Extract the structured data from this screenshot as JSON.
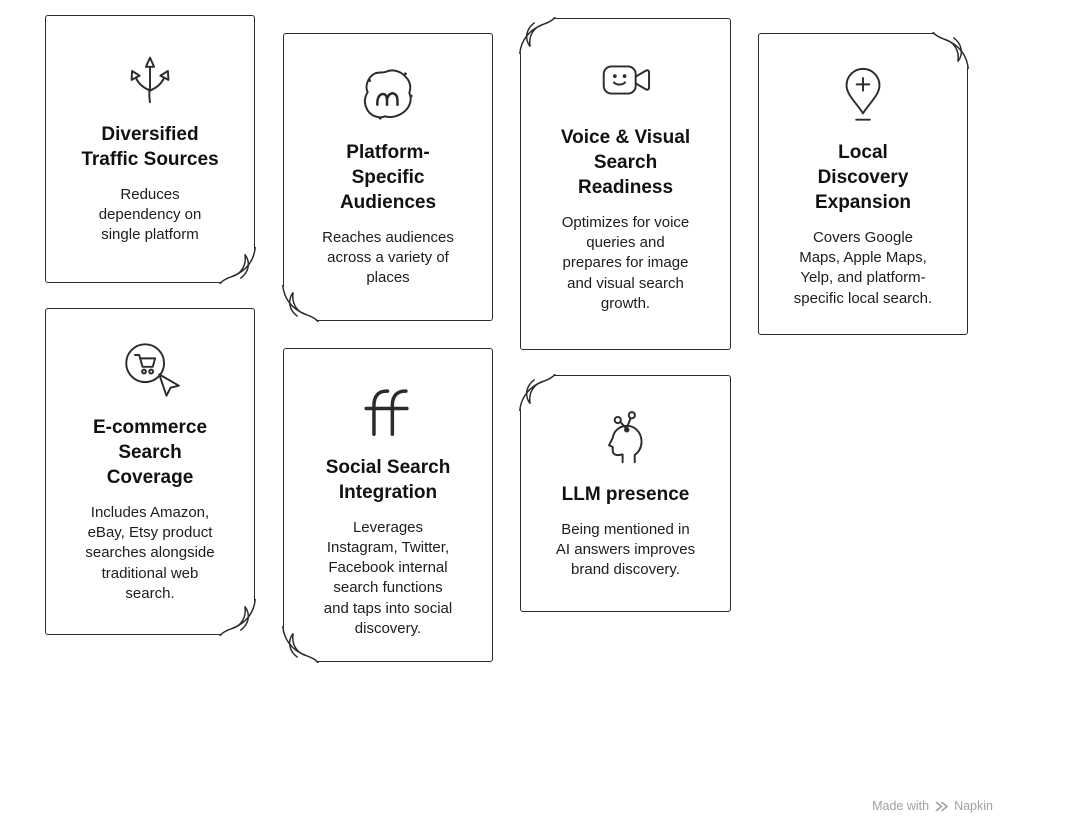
{
  "cards": [
    {
      "id": "diversified-traffic-sources",
      "icon": "branching-arrows-icon",
      "fold_corner": "bottom-right",
      "title": "Diversified\nTraffic Sources",
      "description": "Reduces\ndependency on\nsingle platform"
    },
    {
      "id": "platform-specific-audiences",
      "icon": "meetup-blob-icon",
      "fold_corner": "bottom-left",
      "title": "Platform-\nSpecific\nAudiences",
      "description": "Reaches audiences\nacross a variety of\nplaces"
    },
    {
      "id": "voice-visual-search-readiness",
      "icon": "video-camera-smiley-icon",
      "fold_corner": "top-left",
      "title": "Voice & Visual\nSearch\nReadiness",
      "description": "Optimizes for voice\nqueries and\nprepares for image\nand visual search\ngrowth."
    },
    {
      "id": "local-discovery-expansion",
      "icon": "map-pin-plus-icon",
      "fold_corner": "top-right",
      "title": "Local\nDiscovery\nExpansion",
      "description": "Covers Google\nMaps, Apple Maps,\nYelp, and platform-\nspecific local search."
    },
    {
      "id": "ecommerce-search-coverage",
      "icon": "cart-search-cursor-icon",
      "fold_corner": "bottom-right",
      "title": "E-commerce\nSearch\nCoverage",
      "description": "Includes Amazon,\neBay, Etsy product\nsearches alongside\ntraditional web\nsearch."
    },
    {
      "id": "social-search-integration",
      "icon": "double-f-icon",
      "fold_corner": "bottom-left",
      "title": "Social Search\nIntegration",
      "description": "Leverages\nInstagram, Twitter,\nFacebook internal\nsearch functions\nand taps into social\ndiscovery."
    },
    {
      "id": "llm-presence",
      "icon": "ai-head-network-icon",
      "fold_corner": "top-left",
      "title": "LLM presence",
      "description": "Being mentioned in\nAI answers improves\nbrand discovery."
    }
  ],
  "watermark": {
    "made_with": "Made with",
    "brand": "Napkin"
  },
  "colors": {
    "background": "#ffffff",
    "card_border": "#2b2b2b",
    "title_text": "#111111",
    "body_text": "#1d1d1d",
    "watermark_text": "#a2a2a2"
  }
}
